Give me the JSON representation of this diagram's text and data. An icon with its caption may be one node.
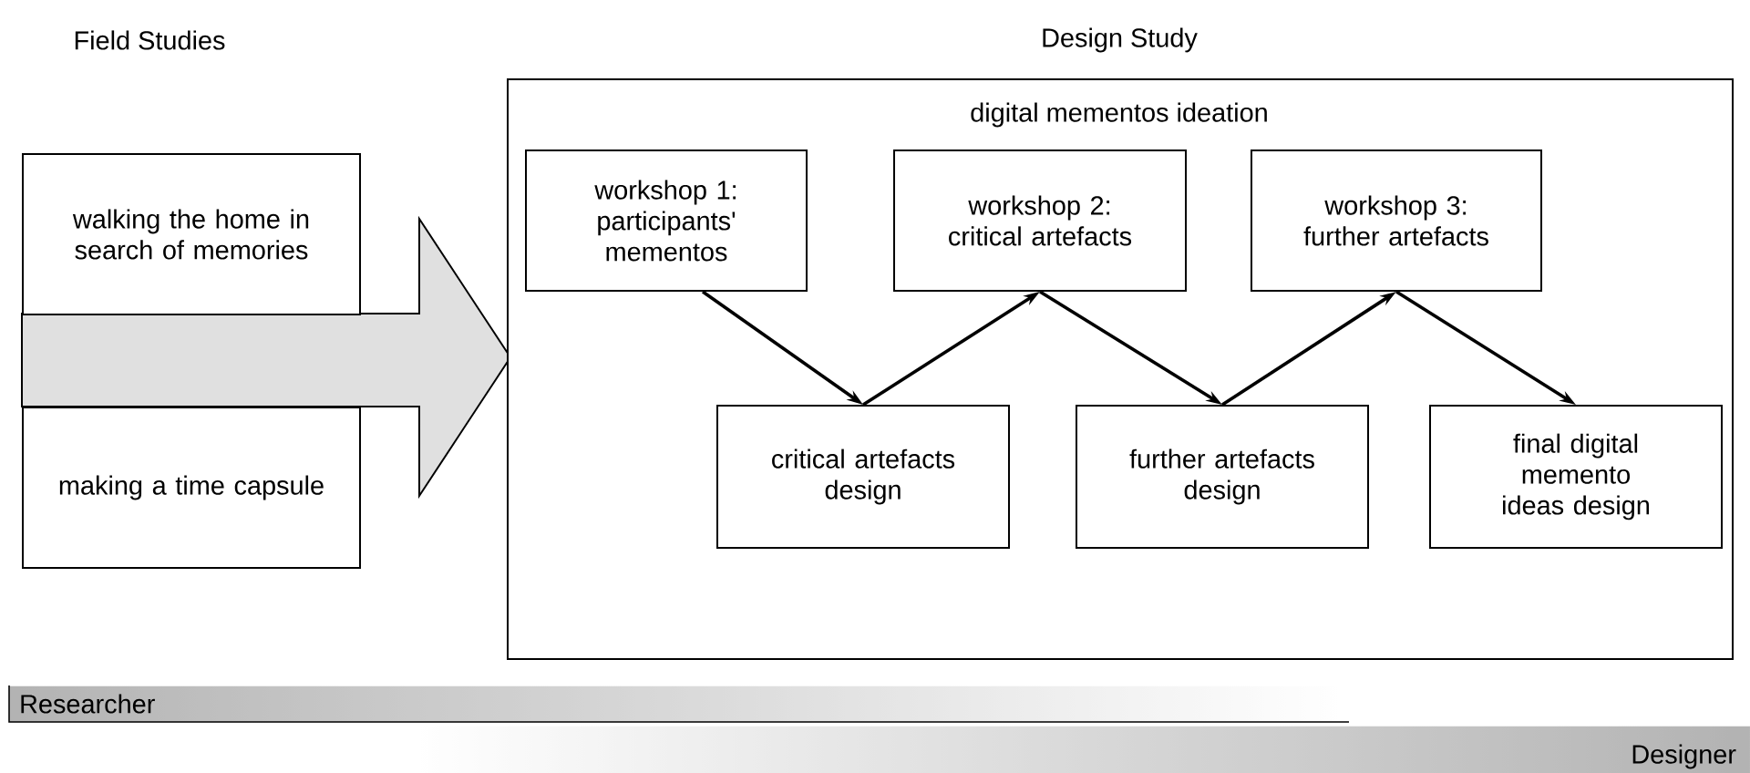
{
  "diagram": {
    "nodes": [
      {
        "text": [
          "walking the home in search of memories"
        ]
      },
      {
        "text": [
          "making a time capsule"
        ]
      },
      {
        "text": [
          "Design Study",
          "digital mementos ideation"
        ]
      },
      {
        "text": [
          "workshop 1: participants' mementos"
        ],
        "in": 2
      },
      {
        "text": [
          "workshop 2: critical artefacts"
        ],
        "in": 2
      },
      {
        "text": [
          "workshop 3: further artefacts"
        ],
        "in": 2
      },
      {
        "text": [
          "critical artefacts design"
        ],
        "in": 2
      },
      {
        "text": [
          "further artefacts design"
        ],
        "in": 2
      },
      {
        "text": [
          "final digital memento ideas design"
        ],
        "in": 2
      },
      {
        "text": [
          "Researcher"
        ]
      },
      {
        "text": [
          "Designer"
        ]
      }
    ],
    "edges": [
      {
        "from": null,
        "to": 2,
        "arrow": "to",
        "style": "thick"
      },
      {
        "from": 3,
        "to": 6,
        "arrow": "to"
      },
      {
        "from": 6,
        "to": 4,
        "arrow": "to"
      },
      {
        "from": 4,
        "to": 7,
        "arrow": "to"
      },
      {
        "from": 7,
        "to": 5,
        "arrow": "to"
      },
      {
        "from": 5,
        "to": 8,
        "arrow": "to"
      }
    ],
    "labels": [
      "Field Studies"
    ]
  }
}
